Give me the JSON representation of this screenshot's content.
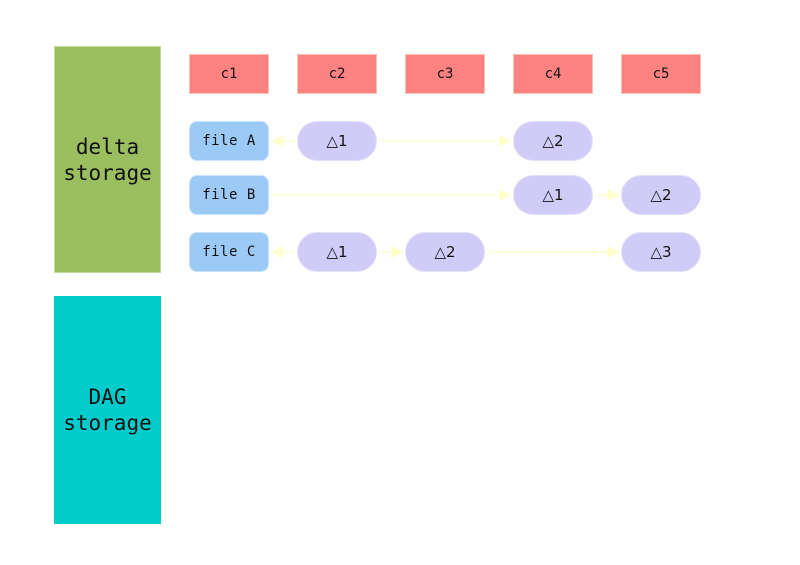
{
  "panels": {
    "delta": {
      "line1": "delta",
      "line2": "storage",
      "color": "#9bbf5f"
    },
    "dag": {
      "line1": "DAG",
      "line2": "storage",
      "color": "#00cccc"
    }
  },
  "commits": [
    "c1",
    "c2",
    "c3",
    "c4",
    "c5"
  ],
  "files": [
    {
      "label": "file A",
      "deltas": [
        {
          "commit": "c2",
          "label": "△1"
        },
        {
          "commit": "c4",
          "label": "△2"
        }
      ]
    },
    {
      "label": "file B",
      "deltas": [
        {
          "commit": "c4",
          "label": "△1"
        },
        {
          "commit": "c5",
          "label": "△2"
        }
      ]
    },
    {
      "label": "file C",
      "deltas": [
        {
          "commit": "c2",
          "label": "△1"
        },
        {
          "commit": "c3",
          "label": "△2"
        },
        {
          "commit": "c5",
          "label": "△3"
        }
      ]
    }
  ],
  "colors": {
    "commit": "#ff8282",
    "file": "#9ccaf7",
    "delta": "#d0ccf7",
    "arrow": "#ffffcc"
  }
}
